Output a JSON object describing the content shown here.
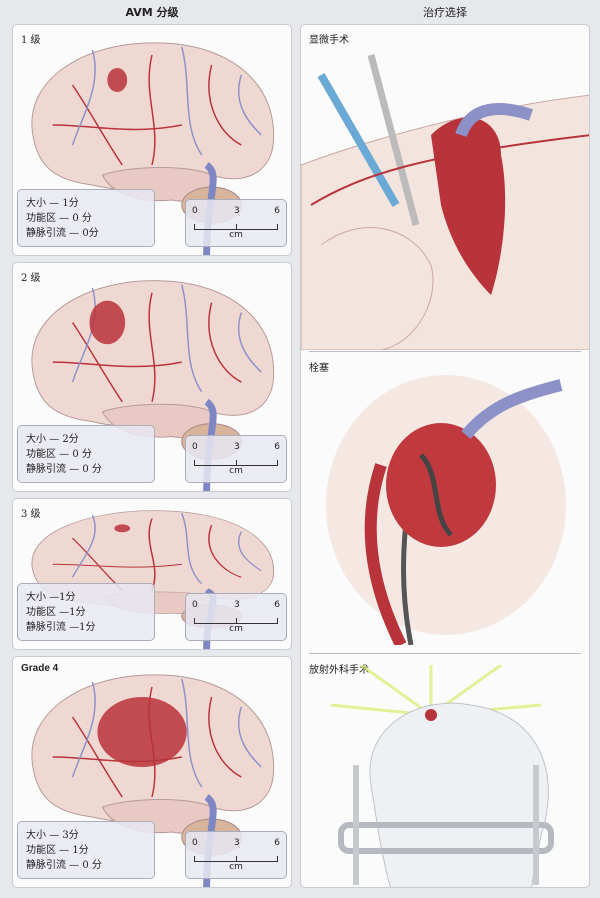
{
  "titles": {
    "left": "AVM 分级",
    "right": "治疗选择"
  },
  "grades": [
    {
      "label": "1 级",
      "size": "大小 — 1分",
      "eloquence": "功能区 — 0 分",
      "venous": "静脉引流 — 0分"
    },
    {
      "label": "2 级",
      "size": "大小 — 2分",
      "eloquence": "功能区 — 0 分",
      "venous": "静脉引流 — 0 分"
    },
    {
      "label": "3 级",
      "size": "大小 —1分",
      "eloquence": "功能区 —1分",
      "venous": "静脉引流 —1分"
    },
    {
      "label": "Grade 4",
      "size": "大小 — 3分",
      "eloquence": "功能区 — 1分",
      "venous": "静脉引流 — 0 分"
    }
  ],
  "scale": {
    "t0": "0",
    "t3": "3",
    "t6": "6",
    "unit": "cm"
  },
  "treatments": [
    {
      "label": "显微手术"
    },
    {
      "label": "栓塞"
    },
    {
      "label": "放射外科手术"
    }
  ],
  "colors": {
    "artery": "#b8333a",
    "vein": "#7f86c4",
    "brain": "#efd9d3"
  }
}
